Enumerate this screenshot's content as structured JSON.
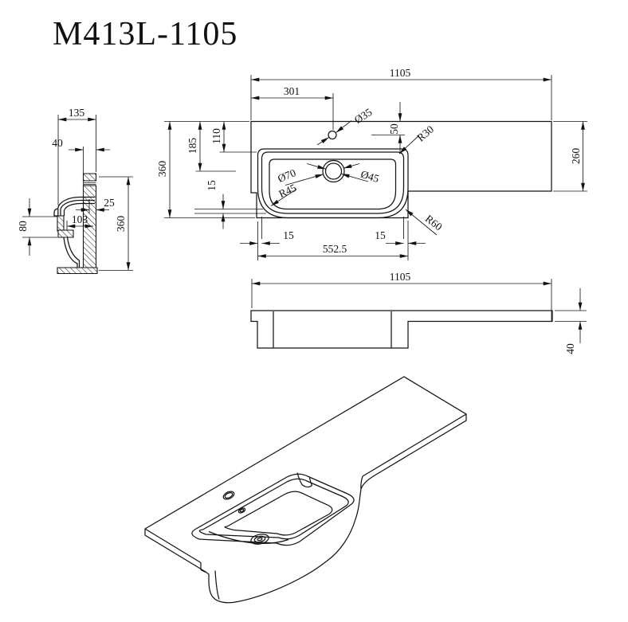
{
  "title": "M413L-1105",
  "side_view": {
    "dims": {
      "w135": "135",
      "t40": "40",
      "h80": "80",
      "g25": "25",
      "d103": "103",
      "d360": "360"
    }
  },
  "top_view": {
    "dims": {
      "w1105": "1105",
      "off301": "301",
      "hole35": "Ø35",
      "set50": "50",
      "r30": "R30",
      "d110": "110",
      "d185": "185",
      "d360": "360",
      "rim15_left": "15",
      "rim15_bl": "15",
      "rim15_br": "15",
      "bowl5525": "552.5",
      "d260": "260",
      "drain70": "Ø70",
      "drain45": "Ø45",
      "r45": "R45",
      "r60": "R60"
    }
  },
  "front_view": {
    "dims": {
      "w1105": "1105",
      "t40": "40"
    }
  }
}
